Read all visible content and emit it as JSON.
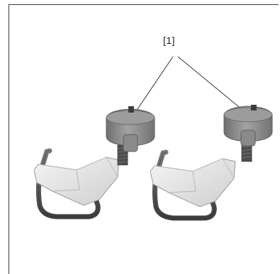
{
  "figure": {
    "callout": "[1]",
    "items": [
      {
        "name": "clamp-left"
      },
      {
        "name": "clamp-right"
      }
    ],
    "colors": {
      "frame": "#3a3a3a",
      "leader": "#333333",
      "knob": "#8f8f8f",
      "knob_dark": "#6e6e6e",
      "bracket": "#e4e4e4",
      "hook": "#5a5a5a"
    }
  }
}
